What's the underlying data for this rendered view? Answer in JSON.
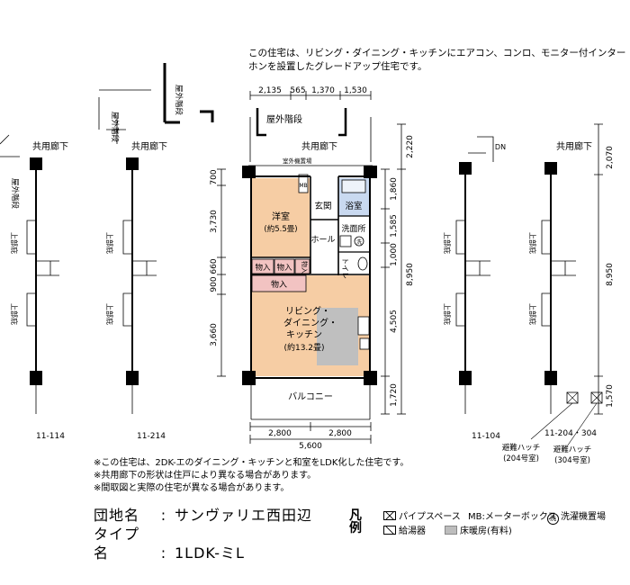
{
  "intro_text": "この住宅は、リビング・ダイニング・キッチンにエアコン、コンロ、モニター付インターホンを設置したグレードアップ住宅です。",
  "plan": {
    "dims_top": [
      "2,135",
      "565",
      "1,370",
      "1,530"
    ],
    "dims_bottom": [
      "2,800",
      "2,800"
    ],
    "dim_bottom_total": "5,600",
    "dims_left": [
      "700",
      "3,730",
      "660",
      "900",
      "3,660"
    ],
    "dims_right_inner": [
      "1,860",
      "1,585",
      "1,000",
      "4,505",
      "1,720"
    ],
    "dims_right_outer": [
      "2,220",
      "8,950"
    ],
    "dims_far_right": [
      "2,070",
      "8,950",
      "1,570"
    ],
    "rooms": {
      "outdoor_stairs": "屋外階段",
      "corridor": "共用廊下",
      "exterior_unit_space": "室外機置場",
      "mb": "MB",
      "entrance": "玄関",
      "bath": "浴室",
      "western_room": "洋室",
      "western_room_size": "(約5.5畳)",
      "washroom": "洗面所",
      "hall": "ホール",
      "washer_mark": "洗",
      "closet_1": "物入",
      "closet_2": "物入",
      "closet_3": "物入",
      "closet_4": "物入",
      "toilet": "トイレ",
      "ldk_line1": "リビング・",
      "ldk_line2": "ダイニング・",
      "ldk_line3": "キッチン",
      "ldk_size": "(約13.2畳)",
      "balcony": "バルコニー"
    },
    "small_plans": [
      {
        "code": "11-114",
        "corridor": "共用廊下",
        "stairs": "屋外階段",
        "door_1": "上部庇",
        "door_2": "上部庇"
      },
      {
        "code": "11-214",
        "corridor": "共用廊下",
        "stairs": "屋外階段",
        "door_1": "上部庇",
        "door_2": "上部庇"
      },
      {
        "code": "11-104",
        "corridor": "",
        "stairs": "",
        "door_1": "上部庇",
        "door_2": "上部庇"
      },
      {
        "code": "11-204・304",
        "corridor": "共用廊下",
        "stairs": "DN",
        "door_1": "上部庇",
        "door_2": "上部庇"
      }
    ],
    "top_stairs_label": "屋外階段",
    "left_stairs_label": "屋外階段",
    "hatch_204": "避難ハッチ",
    "hatch_204_room": "(204号室)",
    "hatch_304": "避難ハッチ",
    "hatch_304_room": "(304号室)"
  },
  "notes": [
    "※この住宅は、2DK-エのダイニング・キッチンと和室をLDK化した住宅です。",
    "※共用廊下の形状は住戸により異なる場合があります。",
    "※間取図と実際の住宅が異なる場合があります。"
  ],
  "info": {
    "estate_label": "団地名",
    "estate_value": "サンヴァリエ西田辺",
    "type_label": "タイプ名",
    "type_value": "1LDK-ミL",
    "separator": ":"
  },
  "legend": {
    "title": "凡例",
    "pipe_space": "パイプスペース",
    "meter_box_abbr": "MB:",
    "meter_box": "メーターボックス",
    "washer_mark": "洗",
    "washer_space": "洗濯機置場",
    "water_heater": "給湯器",
    "heating_dryer": "床暖房(有料)"
  },
  "colors": {
    "western_room": "#f6cda4",
    "ldk": "#f6cda4",
    "closet": "#f2c3c2",
    "bath": "#c9d9f0",
    "kitchen": "#bfbfbf",
    "wall": "#000000"
  }
}
